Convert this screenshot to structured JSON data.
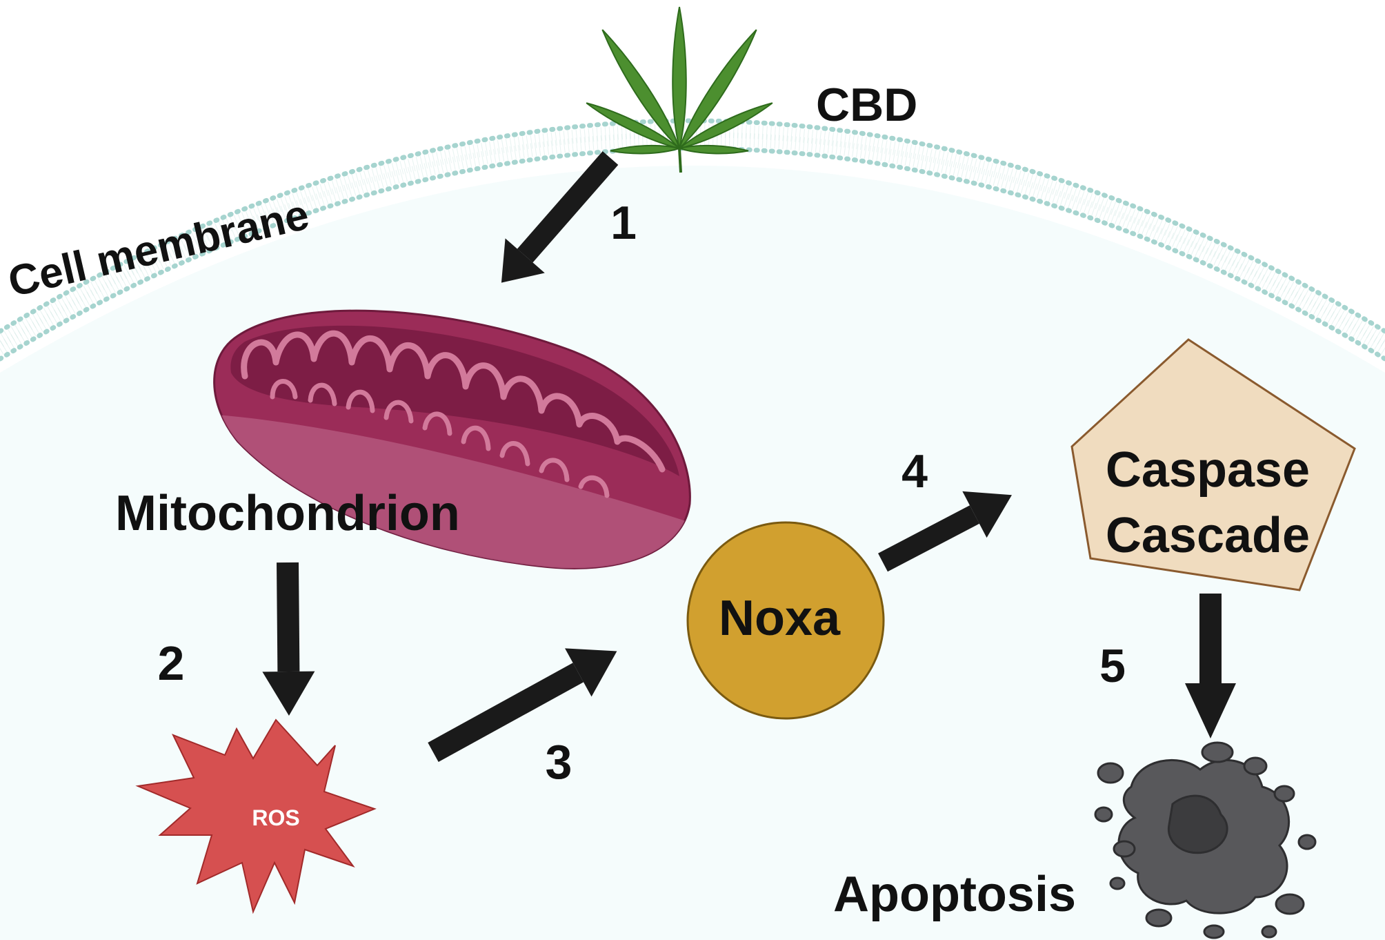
{
  "labels": {
    "cbd": "CBD",
    "cell_membrane": "Cell membrane",
    "mitochondrion": "Mitochondrion",
    "ros": "ROS",
    "noxa": "Noxa",
    "caspase_line1": "Caspase",
    "caspase_line2": "Cascade",
    "apoptosis": "Apoptosis"
  },
  "steps": [
    "1",
    "2",
    "3",
    "4",
    "5"
  ],
  "colors": {
    "cytoplasm": "#f5fcfc",
    "membrane": "#a6d4cf",
    "leaf": "#4c8f2f",
    "mitochondrion": "#9b2c58",
    "mito_cristae": "#d27a9b",
    "ros": "#d65050",
    "noxa": "#d1a02f",
    "caspase_fill": "#f0dcbf",
    "caspase_stroke": "#8a5a2e",
    "apoptotic_debris": "#555558",
    "arrow": "#1a1a1a"
  }
}
